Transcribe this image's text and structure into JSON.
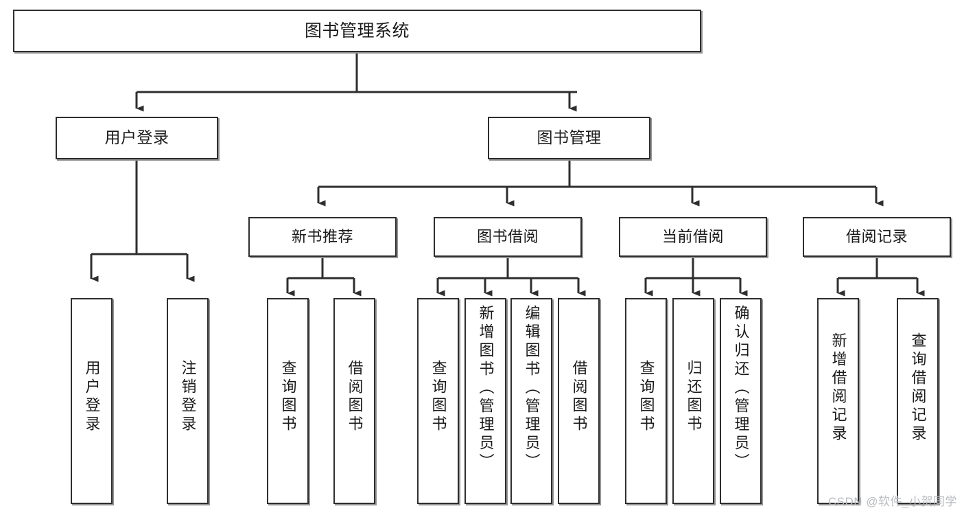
{
  "diagram": {
    "type": "tree",
    "title": "图书管理系统",
    "orientation": "top-down",
    "colors": {
      "box_border": "#2e2e2e",
      "box_fill": "#ffffff",
      "connector": "#2e2e2e",
      "text": "#1a1a1a",
      "watermark": "#b9bcc0",
      "background": "#ffffff"
    },
    "root": {
      "id": "root",
      "label": "图书管理系统"
    },
    "level2": [
      {
        "id": "user-login",
        "label": "用户登录"
      },
      {
        "id": "book-manage",
        "label": "图书管理"
      }
    ],
    "level3": [
      {
        "id": "new-book-recommend",
        "label": "新书推荐"
      },
      {
        "id": "book-borrow",
        "label": "图书借阅"
      },
      {
        "id": "current-borrow",
        "label": "当前借阅"
      },
      {
        "id": "borrow-record",
        "label": "借阅记录"
      }
    ],
    "leaves": {
      "user_login": [
        {
          "id": "leaf-user-login",
          "label": "用户登录"
        },
        {
          "id": "leaf-logout-login",
          "label": "注销登录"
        }
      ],
      "new_book_recommend": [
        {
          "id": "leaf-query-book-1",
          "label": "查询图书"
        },
        {
          "id": "leaf-borrow-book-1",
          "label": "借阅图书"
        }
      ],
      "book_borrow": [
        {
          "id": "leaf-query-book-2",
          "label": "查询图书"
        },
        {
          "id": "leaf-add-book",
          "label": "新增图书（管理员）"
        },
        {
          "id": "leaf-edit-book",
          "label": "编辑图书（管理员）"
        },
        {
          "id": "leaf-borrow-book-2",
          "label": "借阅图书"
        }
      ],
      "current_borrow": [
        {
          "id": "leaf-query-book-3",
          "label": "查询图书"
        },
        {
          "id": "leaf-return-book",
          "label": "归还图书"
        },
        {
          "id": "leaf-confirm-return",
          "label": "确认归还（管理员）"
        }
      ],
      "borrow_record": [
        {
          "id": "leaf-add-record",
          "label": "新增借阅记录"
        },
        {
          "id": "leaf-query-record",
          "label": "查询借阅记录"
        }
      ]
    }
  },
  "watermark": {
    "text": "CSDN @软件_小贺同学"
  }
}
